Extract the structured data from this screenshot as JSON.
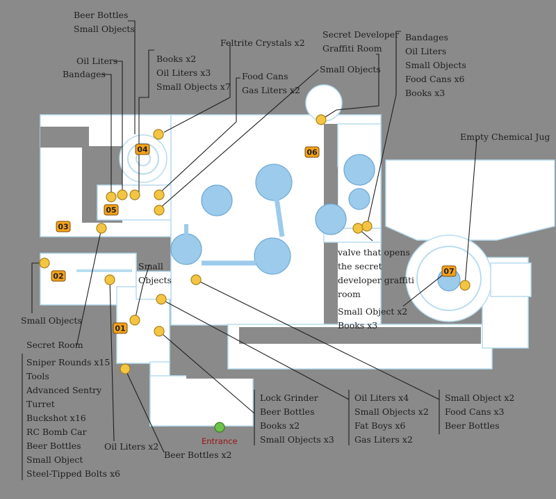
{
  "colors": {
    "background": "#8a8a8a",
    "floor": "#ffffff",
    "tank": "#9ccbeb",
    "pin": "#f4c542",
    "badge": "#f4a21c",
    "entrance": "#6fc24a"
  },
  "rooms": [
    "01",
    "02",
    "03",
    "04",
    "05",
    "06",
    "07"
  ],
  "entrance_label": "Entrance",
  "labels": {
    "beer_small": [
      "Beer Bottles",
      "Small Objects"
    ],
    "oil_liters": [
      "Oil Liters"
    ],
    "bandages": [
      "Bandages"
    ],
    "books_oil_small": [
      "Books x2",
      "Oil Liters x3",
      "Small Objects x7"
    ],
    "feltrite": [
      "Feltrite Crystals x2"
    ],
    "food_gas": [
      "Food Cans",
      "Gas Liters x2"
    ],
    "small_objects_top": [
      "Small Objects"
    ],
    "dev_room": [
      "Secret Developer",
      "Graffiti Room"
    ],
    "right_list": [
      "Bandages",
      "Oil Liters",
      "Small Objects",
      "Food Cans x6",
      "Books x3"
    ],
    "chem_jug": [
      "Empty Chemical Jug"
    ],
    "valve": [
      "valve that opens",
      "the secret",
      "developer graffiti",
      "room"
    ],
    "small_obj_books": [
      "Small Object x2",
      "Books x3"
    ],
    "small_objects_mid": [
      "Small",
      "Objects"
    ],
    "small_objects_left": [
      "Small Objects"
    ],
    "secret_room": [
      "Secret Room"
    ],
    "secret_list": [
      "Sniper Rounds x15",
      "Tools",
      "Advanced Sentry",
      "Turret",
      "Buckshot x16",
      "RC Bomb Car",
      "Beer Bottles",
      "Small Object",
      "Steel-Tipped Bolts x6"
    ],
    "oil_liters_x2": [
      "Oil Liters x2"
    ],
    "beer_bottles_x2": [
      "Beer Bottles x2"
    ],
    "lock_grinder": [
      "Lock Grinder",
      "Beer Bottles",
      "Books x2",
      "Small Objects x3"
    ],
    "oil_liters_x4": [
      "Oil Liters x4",
      "Small Objects x2",
      "Fat Boys x6",
      "Gas Liters x2"
    ],
    "small_food_beer": [
      "Small Object x2",
      "Food Cans x3",
      "Beer Bottles"
    ]
  }
}
